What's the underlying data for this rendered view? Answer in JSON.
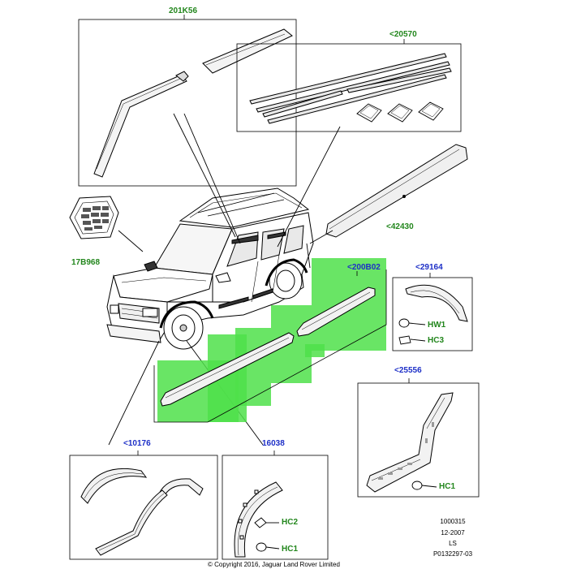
{
  "parts": {
    "p201K56": "201K56",
    "p20570": "<20570",
    "p42430": "<42430",
    "p17B968": "17B968",
    "p200B02": "<200B02",
    "p29164": "<29164",
    "pHW1": "HW1",
    "pHC3": "HC3",
    "p25556": "<25556",
    "pHC1a": "HC1",
    "p10176": "<10176",
    "p16038": "16038",
    "pHC2": "HC2",
    "pHC1b": "HC1"
  },
  "footer": {
    "ref": "1000315",
    "date": "12-2007",
    "code": "LS",
    "figure": "P0132297-03",
    "copyright": "Copyright 2016, Jaguar Land Rover Limited"
  },
  "colors": {
    "highlight": "#4fe04a",
    "green_label": "#22861c",
    "blue_label": "#1d2fc7",
    "line": "#000000"
  }
}
